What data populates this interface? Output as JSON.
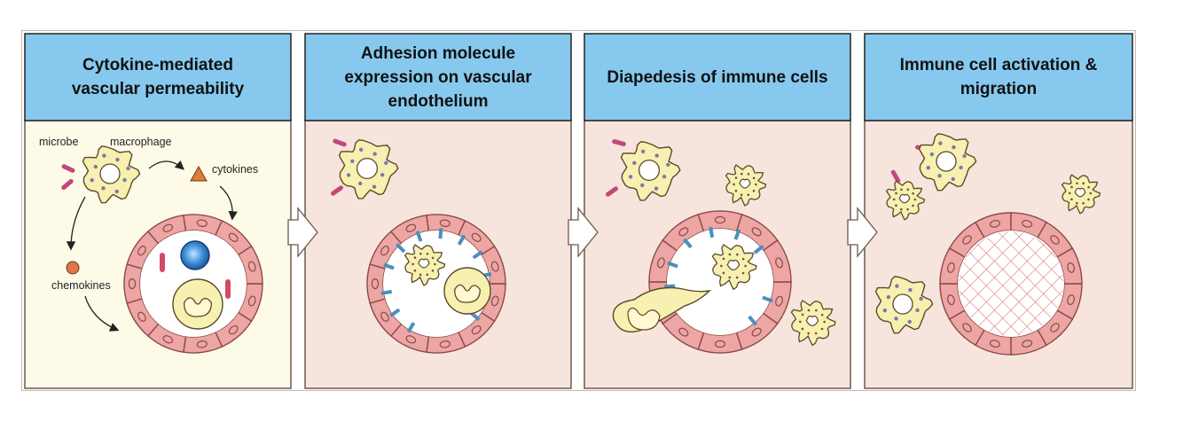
{
  "panels": [
    {
      "title": "Cytokine-mediated\nvascular permeability"
    },
    {
      "title": "Adhesion molecule\nexpression on vascular\nendothelium"
    },
    {
      "title": "Diapedesis of immune cells"
    },
    {
      "title": "Immune cell activation &\nmigration"
    }
  ],
  "labels": {
    "microbe": "microbe",
    "macrophage": "macrophage",
    "cytokines": "cytokines",
    "chemokines": "chemokines"
  },
  "colors": {
    "header": "#87c9ee",
    "panel1_bg": "#fdfbe8",
    "panel_bg": "#f7e4dd",
    "cell_pink": "#eda6a3",
    "cell_stroke": "#8a4a48",
    "immune_cell": "#f7f0b0",
    "microbe": "#c2477a",
    "adhesion": "#4a8fc0",
    "cytokine": "#e07a3a",
    "chemokine": "#e0744a"
  }
}
